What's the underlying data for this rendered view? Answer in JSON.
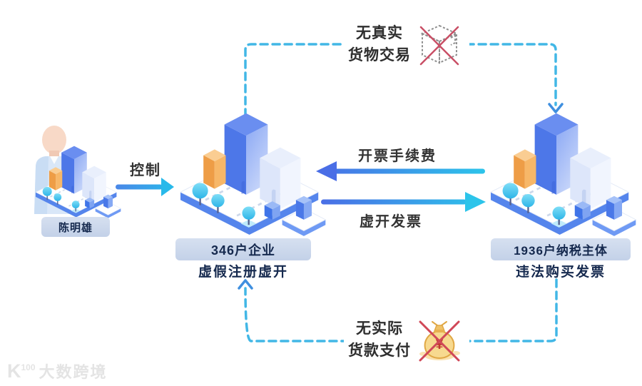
{
  "diagram": {
    "person": {
      "label": "陈明雄"
    },
    "mid_cluster": {
      "title": "346户企业",
      "subtitle": "虚假注册虚开"
    },
    "right_cluster": {
      "title": "1936户纳税主体",
      "subtitle": "违法购买发票"
    },
    "flows": {
      "control": {
        "label": "控制",
        "direction": "left-to-middle"
      },
      "fee": {
        "label": "开票手续费",
        "direction": "right-to-middle"
      },
      "invoice": {
        "label": "虚开发票",
        "direction": "middle-to-right"
      },
      "no_goods": {
        "line1": "无真实",
        "line2": "货物交易",
        "icon": "crossed-box-icon",
        "style": "dashed-loop-top"
      },
      "no_payment": {
        "line1": "无实际",
        "line2": "货款支付",
        "icon": "crossed-moneybag-icon",
        "currency_symbol": "¥",
        "style": "dashed-loop-bottom"
      }
    }
  },
  "watermark": {
    "logo_main": "K",
    "logo_sup": "100",
    "title": "大数跨境"
  },
  "colors": {
    "dash_cyan": "#42b7e6",
    "arrow_blue": "#4a6ee6",
    "arrow_cyan": "#2cc4ea",
    "pill_bg": "#cbd7ea",
    "navy_text": "#15294e",
    "cross_red": "#cc4a5e",
    "building_orange": "#ee9d46",
    "building_blue": "#4d77e8"
  }
}
